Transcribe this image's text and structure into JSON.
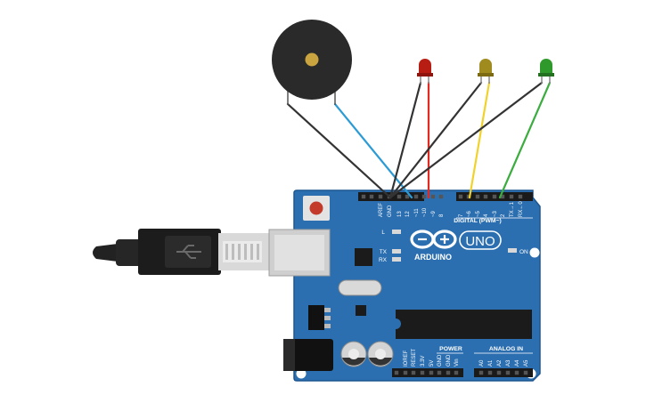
{
  "board": {
    "brand": "ARDUINO",
    "model": "UNO",
    "digital_header": "DIGITAL (PWM~)",
    "power_header": "POWER",
    "analog_header": "ANALOG IN",
    "on_label": "ON",
    "led_labels": {
      "l": "L",
      "tx": "TX",
      "rx": "RX"
    },
    "digital_pins": [
      "AREF",
      "GND",
      "13",
      "12",
      "~11",
      "~10",
      "~9",
      "8",
      "7",
      "~6",
      "~5",
      "4",
      "~3",
      "2",
      "TX→1",
      "RX←0"
    ],
    "power_pins": [
      "IOREF",
      "RESET",
      "3.3V",
      "5V",
      "GND",
      "GND",
      "Vin"
    ],
    "analog_pins": [
      "A0",
      "A1",
      "A2",
      "A3",
      "A4",
      "A5"
    ]
  },
  "components": {
    "buzzer": "piezo-buzzer",
    "leds": [
      {
        "name": "led-red",
        "color": "#b81d13"
      },
      {
        "name": "led-yellow",
        "color": "#a08b1f"
      },
      {
        "name": "led-green",
        "color": "#2f9a2b"
      }
    ],
    "cable": "usb-b-cable"
  },
  "colors": {
    "board": "#2c6fb0",
    "board_edge": "#1d568f",
    "wire_black": "#333333",
    "wire_blue": "#2b9bd6",
    "wire_red": "#e02a22",
    "wire_yellow": "#f1d22a",
    "wire_green": "#3aad3e"
  }
}
